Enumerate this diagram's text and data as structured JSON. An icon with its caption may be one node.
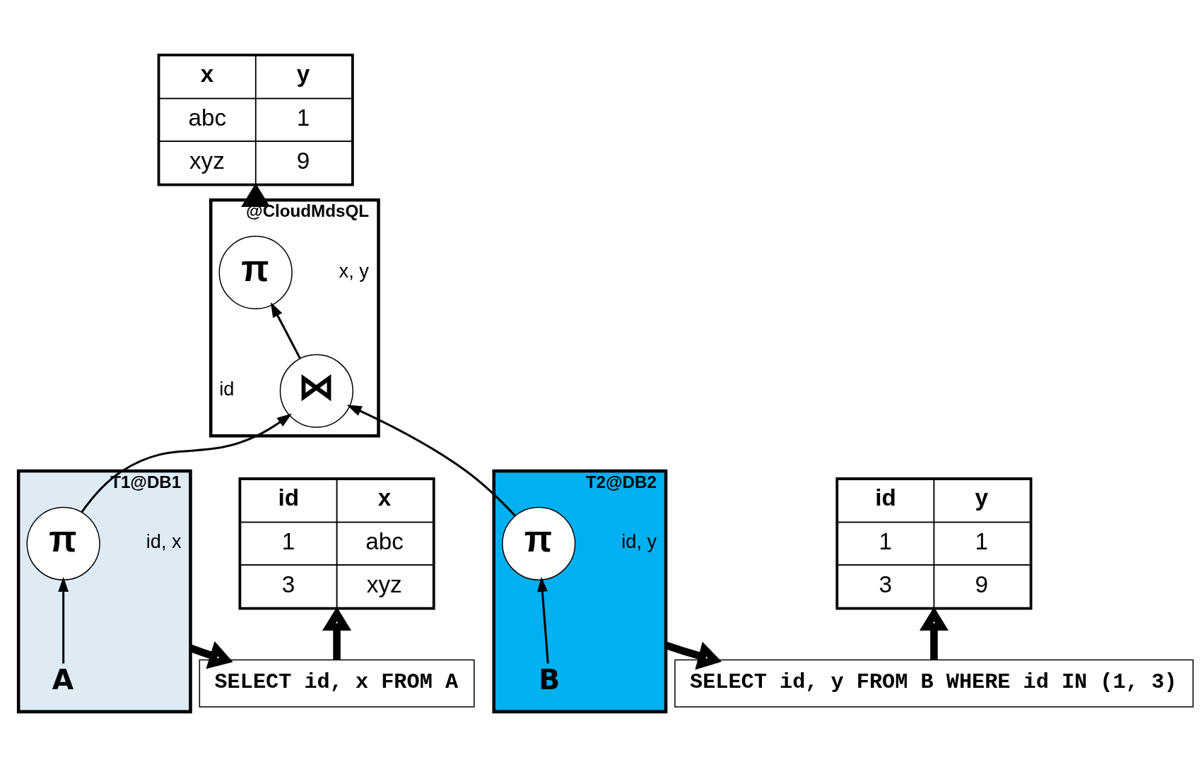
{
  "diagram": {
    "nodes": [
      {
        "text": [
          "x",
          "y",
          "abc",
          "1",
          "xyz",
          "9"
        ]
      },
      {
        "text": [
          "@CloudMdsQL"
        ]
      },
      {
        "text": [
          "π"
        ],
        "in": 1,
        "beside": [
          "x, y"
        ]
      },
      {
        "text": [
          "⋈"
        ],
        "in": 1,
        "beside": [
          "id"
        ]
      },
      {
        "text": [
          "T1@DB1"
        ]
      },
      {
        "text": [
          "π"
        ],
        "in": 4,
        "beside": [
          "id, x"
        ]
      },
      {
        "text": [
          "A"
        ],
        "in": 4
      },
      {
        "text": [
          "T2@DB2"
        ]
      },
      {
        "text": [
          "π"
        ],
        "in": 7,
        "beside": [
          "id, y"
        ]
      },
      {
        "text": [
          "B"
        ],
        "in": 7
      },
      {
        "text": [
          "id",
          "x",
          "1",
          "abc",
          "3",
          "xyz"
        ]
      },
      {
        "text": [
          "id",
          "y",
          "1",
          "1",
          "3",
          "9"
        ]
      },
      {
        "text": [
          "SELECT id, x FROM A"
        ]
      },
      {
        "text": [
          "SELECT id, y FROM B WHERE id IN (1, 3)"
        ]
      }
    ],
    "edges": [
      {
        "from": 1,
        "to": 0,
        "arrow": "to",
        "style": "thick"
      },
      {
        "from": 3,
        "to": 2,
        "arrow": "to"
      },
      {
        "from": 5,
        "to": 3,
        "arrow": "to"
      },
      {
        "from": 8,
        "to": 3,
        "arrow": "to"
      },
      {
        "from": 6,
        "to": 5,
        "arrow": "to"
      },
      {
        "from": 9,
        "to": 8,
        "arrow": "to"
      },
      {
        "from": 4,
        "to": 12,
        "arrow": "to",
        "style": "thick"
      },
      {
        "from": 12,
        "to": 10,
        "arrow": "to",
        "style": "thick"
      },
      {
        "from": 7,
        "to": 13,
        "arrow": "to",
        "style": "thick"
      },
      {
        "from": 13,
        "to": 11,
        "arrow": "to",
        "style": "thick"
      }
    ]
  }
}
